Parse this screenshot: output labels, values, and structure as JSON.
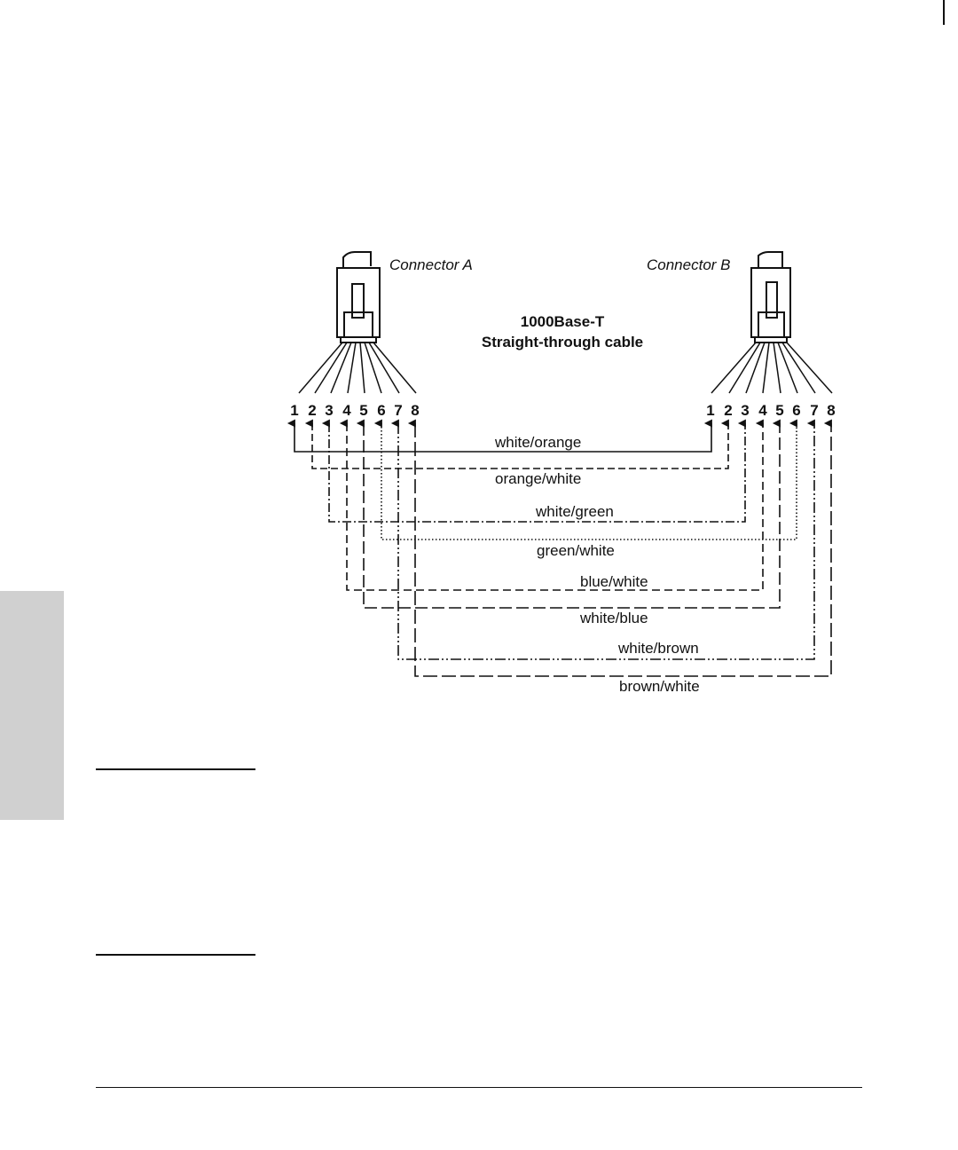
{
  "diagram": {
    "title_line1": "1000Base-T",
    "title_line2": "Straight-through cable",
    "connector_a_label": "Connector A",
    "connector_b_label": "Connector B",
    "pins_a": [
      "1",
      "2",
      "3",
      "4",
      "5",
      "6",
      "7",
      "8"
    ],
    "pins_b": [
      "1",
      "2",
      "3",
      "4",
      "5",
      "6",
      "7",
      "8"
    ],
    "wires": [
      {
        "label": "white/orange",
        "style": "solid",
        "from_pin": "1",
        "to_pin": "1"
      },
      {
        "label": "orange/white",
        "style": "dashed",
        "from_pin": "2",
        "to_pin": "2"
      },
      {
        "label": "white/green",
        "style": "dash-dot",
        "from_pin": "3",
        "to_pin": "3"
      },
      {
        "label": "green/white",
        "style": "dotted",
        "from_pin": "6",
        "to_pin": "6"
      },
      {
        "label": "blue/white",
        "style": "dashed",
        "from_pin": "4",
        "to_pin": "4"
      },
      {
        "label": "white/blue",
        "style": "long-dash",
        "from_pin": "5",
        "to_pin": "5"
      },
      {
        "label": "white/brown",
        "style": "dash-dot-dot",
        "from_pin": "7",
        "to_pin": "7"
      },
      {
        "label": "brown/white",
        "style": "long-dash",
        "from_pin": "8",
        "to_pin": "8"
      }
    ]
  },
  "colors": {
    "ink": "#111111",
    "side_tab": "#d0d0d0"
  }
}
